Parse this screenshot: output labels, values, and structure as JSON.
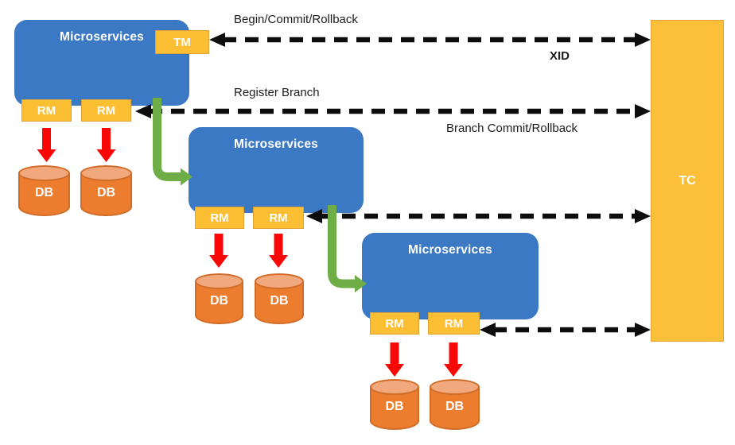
{
  "diagram": {
    "messages": {
      "begin_commit_rollback": "Begin/Commit/Rollback",
      "xid": "XID",
      "register_branch": "Register Branch",
      "branch_commit_rollback": "Branch Commit/Rollback"
    },
    "tc": {
      "label": "TC"
    },
    "services": [
      {
        "label": "Microservices",
        "tm_label": "TM",
        "rm_labels": [
          "RM",
          "RM"
        ],
        "db_labels": [
          "DB",
          "DB"
        ]
      },
      {
        "label": "Microservices",
        "rm_labels": [
          "RM",
          "RM"
        ],
        "db_labels": [
          "DB",
          "DB"
        ]
      },
      {
        "label": "Microservices",
        "rm_labels": [
          "RM",
          "RM"
        ],
        "db_labels": [
          "DB",
          "DB"
        ]
      }
    ],
    "colors": {
      "service_blue": "#3C79C4",
      "component_yellow": "#FCBF33",
      "tc_yellow": "#FBBF3A",
      "db_orange": "#EC7D2F",
      "db_top_orange": "#F0A87C",
      "green_arrow": "#6FAD47",
      "red_arrow": "#F90606",
      "connector_black": "#0D0D0D"
    }
  }
}
